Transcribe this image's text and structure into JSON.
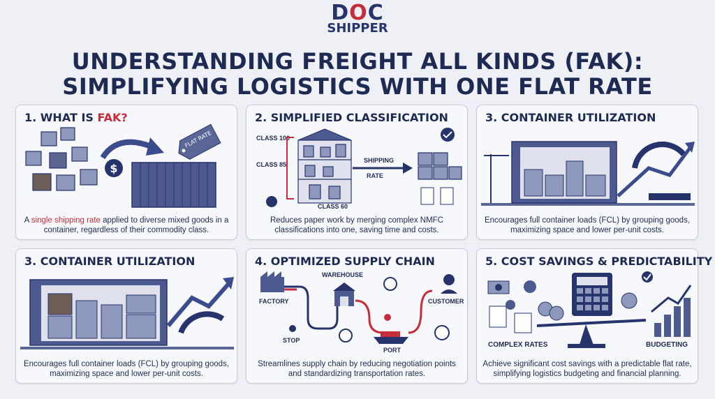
{
  "logo": {
    "part1": "D",
    "part2": "C",
    "part3": "SHIPPER"
  },
  "title": {
    "line1": "UNDERSTANDING FREIGHT ALL KINDS (FAK):",
    "line2": "SIMPLIFYING LOGISTICS WITH ONE FLAT RATE"
  },
  "colors": {
    "navy": "#27336b",
    "accent_red": "#c62d3a",
    "panel_bg": "#f7f8fb"
  },
  "panels": [
    {
      "title_prefix": "1. WHAT IS ",
      "title_highlight": "FAK?",
      "tag_text": "FLAT RATE",
      "desc_prefix": "A ",
      "desc_highlight": "single shipping rate",
      "desc_rest": " applied to diverse mixed goods in a container, regardless of their commodity class."
    },
    {
      "title": "2. SIMPLIFIED CLASSIFICATION",
      "labels": {
        "class100": "CLASS 100",
        "class85": "CLASS 85",
        "class60": "CLASS 60",
        "shipping": "SHIPPING",
        "rate": "RATE"
      },
      "desc": "Reduces paper work by merging complex NMFC classifications into one, saving time and costs."
    },
    {
      "title": "3. CONTAINER UTILIZATION",
      "desc": "Encourages full container loads (FCL) by grouping goods, maximizing space and lower per-unit costs."
    },
    {
      "title": "3. CONTAINER UTILIZATION",
      "desc": "Encourages full container loads (FCL) by grouping goods, maximizing space and lower per-unit costs."
    },
    {
      "title": "4. OPTIMIZED SUPPLY CHAIN",
      "labels": {
        "factory": "FACTORY",
        "warehouse": "WAREHOUSE",
        "customer": "CUSTOMER",
        "stop": "STOP",
        "port": "PORT"
      },
      "desc": "Streamlines supply chain by reducing negotiation points and standardizing transportation rates."
    },
    {
      "title": "5. COST SAVINGS & PREDICTABILITY",
      "labels": {
        "complex": "COMPLEX RATES",
        "budgeting": "BUDGETING"
      },
      "desc": "Achieve significant cost savings with a predictable flat rate, simplifying logistics budgeting and financial planning."
    }
  ]
}
